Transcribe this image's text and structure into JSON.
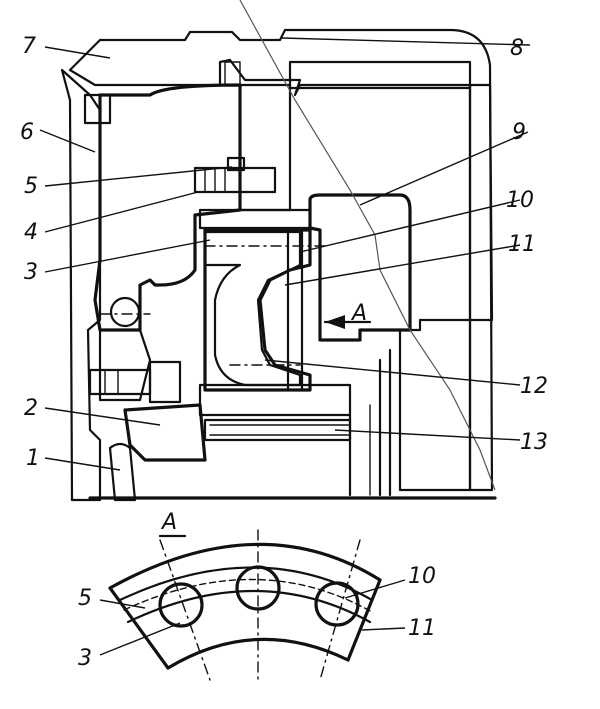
{
  "figure": {
    "leaders": [
      "1",
      "2",
      "3",
      "4",
      "5",
      "6",
      "7",
      "8",
      "9",
      "10",
      "11",
      "12",
      "13"
    ],
    "view_arrow": "A",
    "section_title": "A",
    "section_leaders": [
      "5",
      "3",
      "10",
      "11"
    ]
  }
}
